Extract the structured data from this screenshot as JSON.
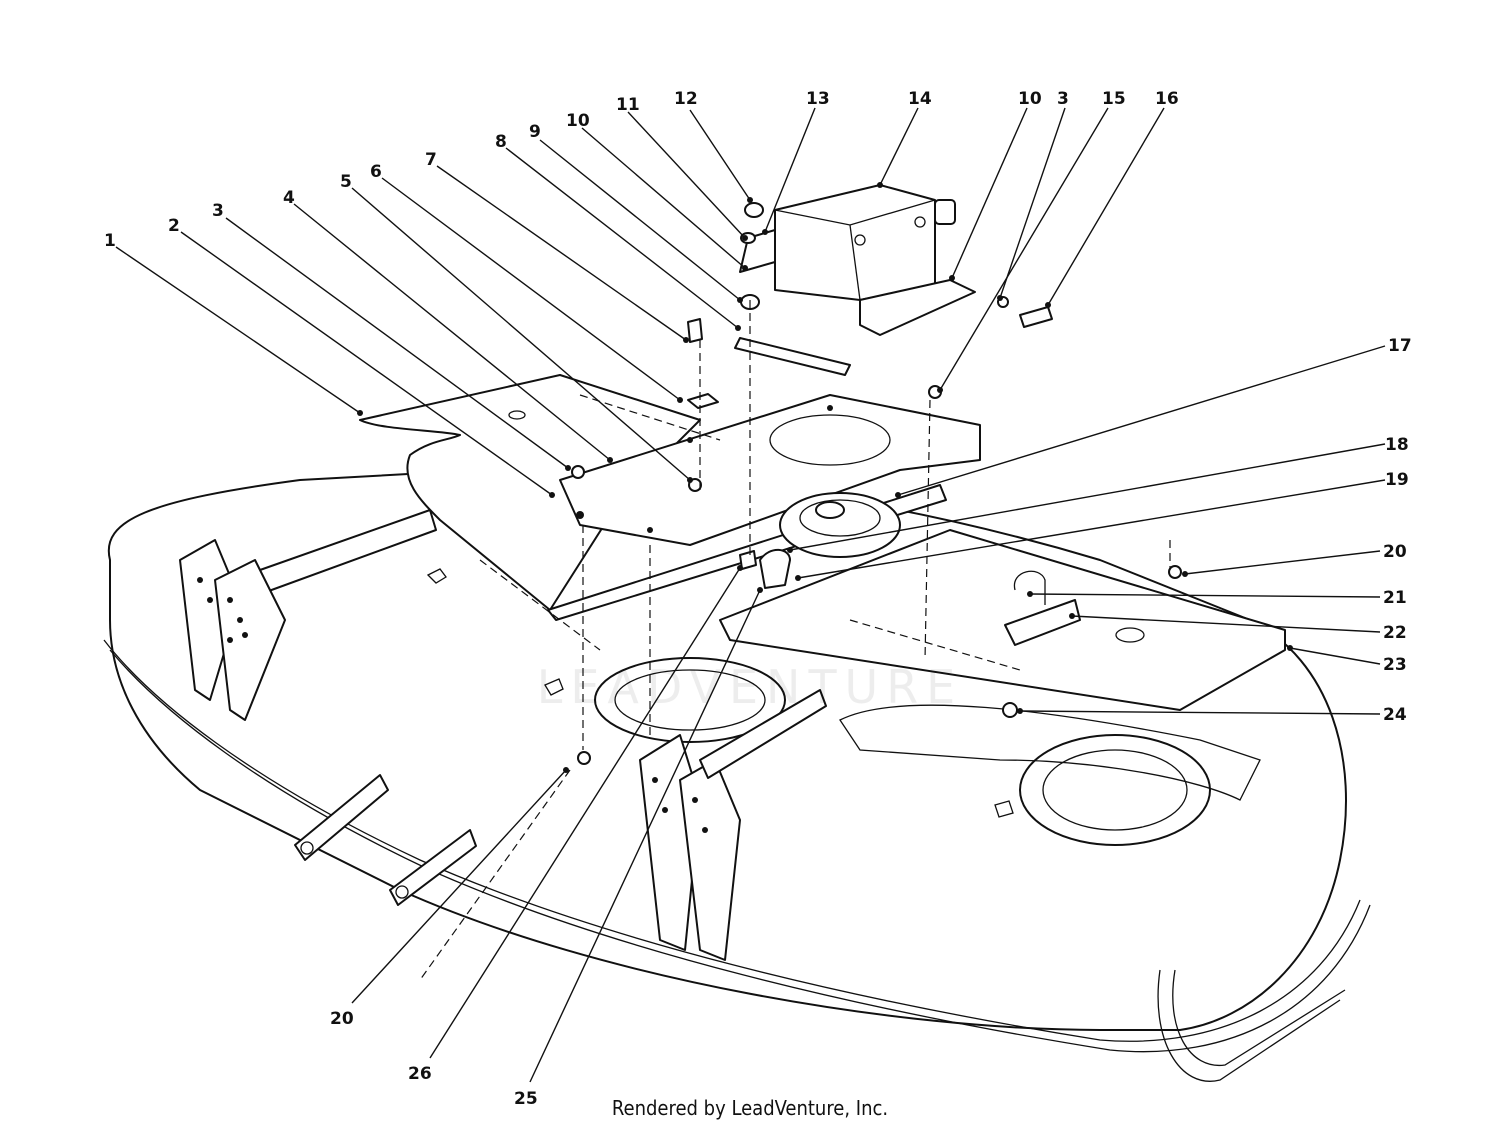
{
  "watermark": "LEADVENTURE",
  "footer": "Rendered by LeadVenture, Inc.",
  "callouts": [
    {
      "id": "c1",
      "label": "1"
    },
    {
      "id": "c2",
      "label": "2"
    },
    {
      "id": "c3a",
      "label": "3"
    },
    {
      "id": "c4",
      "label": "4"
    },
    {
      "id": "c5",
      "label": "5"
    },
    {
      "id": "c6",
      "label": "6"
    },
    {
      "id": "c7",
      "label": "7"
    },
    {
      "id": "c8",
      "label": "8"
    },
    {
      "id": "c9",
      "label": "9"
    },
    {
      "id": "c10a",
      "label": "10"
    },
    {
      "id": "c11",
      "label": "11"
    },
    {
      "id": "c12",
      "label": "12"
    },
    {
      "id": "c13",
      "label": "13"
    },
    {
      "id": "c14",
      "label": "14"
    },
    {
      "id": "c10b",
      "label": "10"
    },
    {
      "id": "c3b",
      "label": "3"
    },
    {
      "id": "c15",
      "label": "15"
    },
    {
      "id": "c16",
      "label": "16"
    },
    {
      "id": "c17",
      "label": "17"
    },
    {
      "id": "c18",
      "label": "18"
    },
    {
      "id": "c19",
      "label": "19"
    },
    {
      "id": "c20a",
      "label": "20"
    },
    {
      "id": "c21",
      "label": "21"
    },
    {
      "id": "c22",
      "label": "22"
    },
    {
      "id": "c23",
      "label": "23"
    },
    {
      "id": "c24",
      "label": "24"
    },
    {
      "id": "c20b",
      "label": "20"
    },
    {
      "id": "c26",
      "label": "26"
    },
    {
      "id": "c25",
      "label": "25"
    }
  ]
}
